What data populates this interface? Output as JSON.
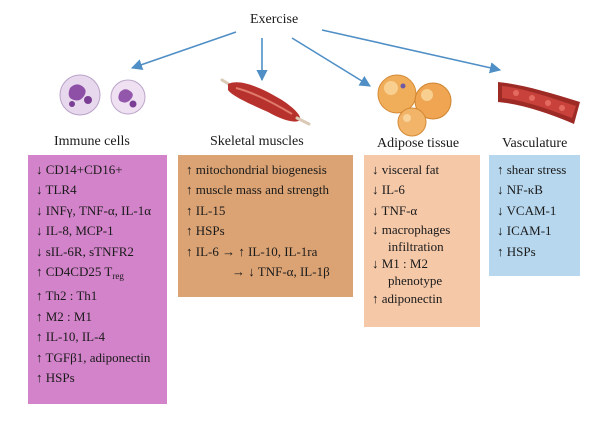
{
  "center": {
    "label": "Exercise"
  },
  "colors": {
    "immune_box": "#d283c9",
    "muscle_box": "#dba374",
    "adipose_box": "#f5c8a8",
    "vasculature_box": "#b7d7ee",
    "arrow": "#4f8fc6"
  },
  "columns": {
    "immune": {
      "title": "Immune cells",
      "icon": "immune-cells-icon",
      "items": [
        "↓ CD14+CD16+",
        "↓ TLR4",
        "↓ INFγ, TNF-α, IL-1α",
        "↓ IL-8, MCP-1",
        "↓ sIL-6R, sTNFR2"
      ],
      "treg_prefix": "↑ CD4CD25 T",
      "treg_sub": "reg",
      "items2": [
        "↑ Th2 : Th1",
        "↑ M2 : M1",
        "↑ IL-10, IL-4",
        "↑ TGFβ1, adiponectin",
        "↑ HSPs"
      ]
    },
    "muscle": {
      "title": "Skeletal muscles",
      "icon": "muscle-icon",
      "items": [
        "↑ mitochondrial biogenesis",
        "↑ muscle mass and strength",
        "↑ IL-15",
        "↑ HSPs",
        "↑ IL-6 → ↑ IL-10, IL-1ra",
        "→ ↓ TNF-α, IL-1β"
      ]
    },
    "adipose": {
      "title": "Adipose tissue",
      "icon": "adipocyte-icon",
      "items": [
        "↓ visceral fat",
        "↓ IL-6",
        "↓ TNF-α",
        "↓ macrophages infiltration",
        "↓ M1 : M2 phenotype",
        "↑ adiponectin"
      ]
    },
    "vasculature": {
      "title": "Vasculature",
      "icon": "blood-vessel-icon",
      "items": [
        "↑ shear stress",
        "↓ NF-κB",
        "↓ VCAM-1",
        "↓ ICAM-1",
        "↑ HSPs"
      ]
    }
  }
}
